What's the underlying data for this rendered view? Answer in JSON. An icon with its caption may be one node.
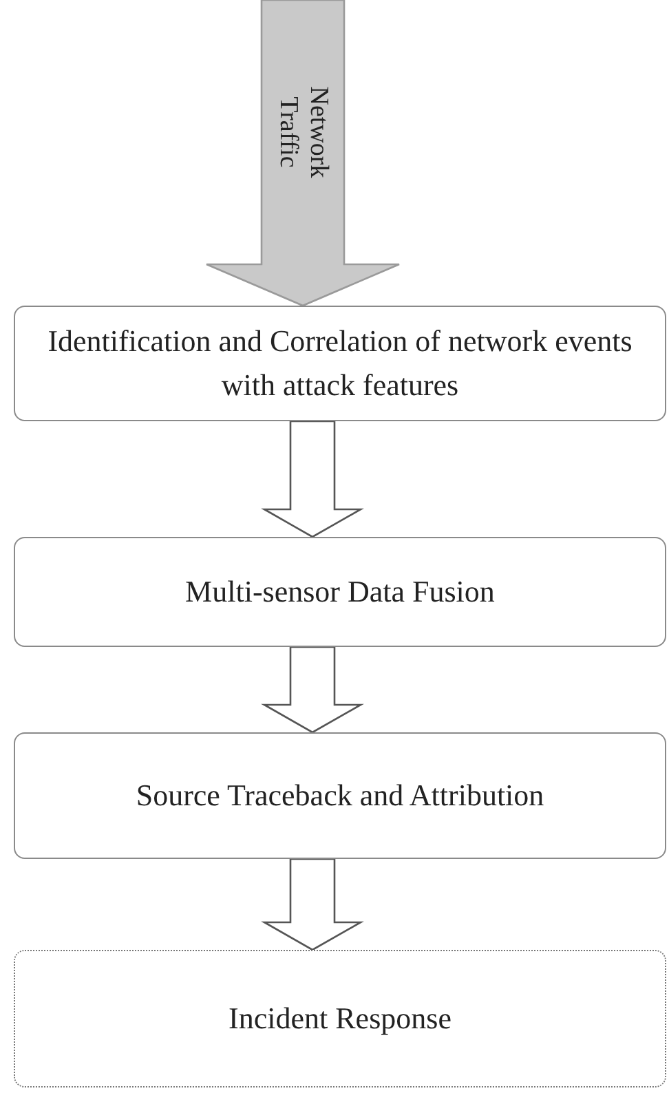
{
  "diagram": {
    "nodes": [
      {
        "text": [
          "Network Traffic"
        ]
      },
      {
        "text": [
          "Identification and Correlation of network events with attack features"
        ]
      },
      {
        "text": [
          "Multi-sensor Data Fusion"
        ]
      },
      {
        "text": [
          "Source Traceback and Attribution"
        ]
      },
      {
        "text": [
          "Incident Response"
        ]
      }
    ],
    "edges": [
      {
        "from": 0,
        "to": 1,
        "arrow": "to",
        "style": "thick"
      },
      {
        "from": 1,
        "to": 2,
        "arrow": "to"
      },
      {
        "from": 2,
        "to": 3,
        "arrow": "to"
      },
      {
        "from": 3,
        "to": 4,
        "arrow": "to"
      }
    ]
  }
}
